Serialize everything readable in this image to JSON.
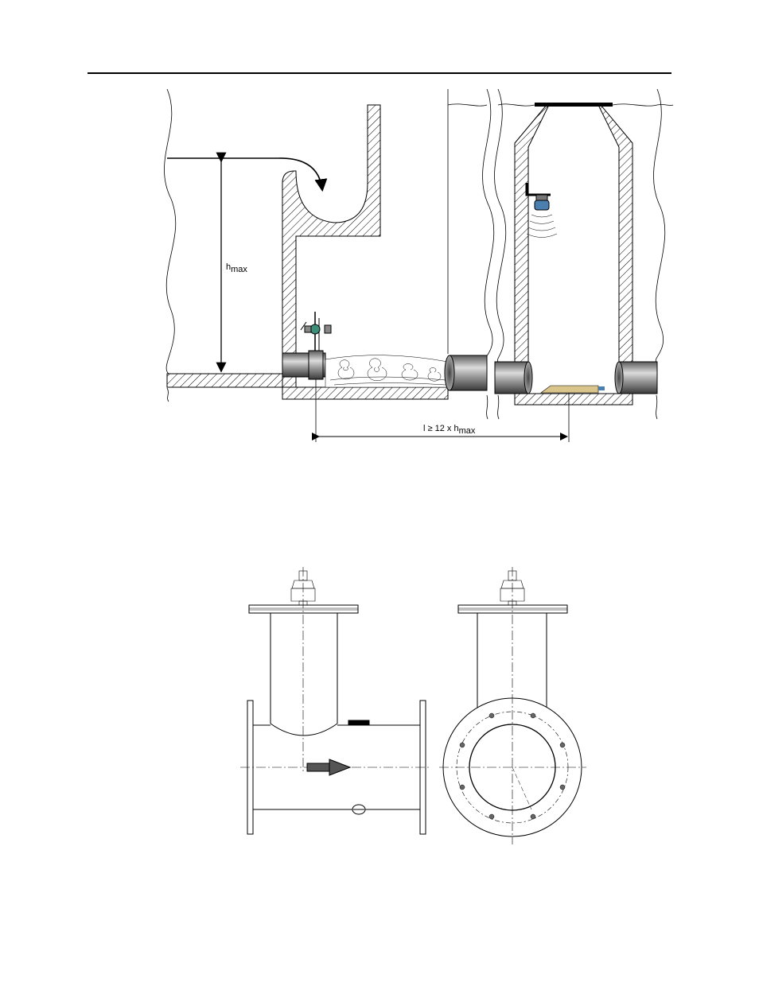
{
  "labels": {
    "h_main": "h",
    "h_sub": "max",
    "l_main": "l ≥ 12 x h",
    "l_sub": "max"
  },
  "colors": {
    "line": "#000000",
    "pipe_dark": "#555555",
    "pipe_light": "#dddddd",
    "sensor_tan": "#d9c48c",
    "sensor_blue": "#4a7fb0",
    "valve_green": "#3d8f7a"
  },
  "icons": {
    "ultrasonic_sensor": "ultrasonic-sensor-icon",
    "submerged_sensor": "submerged-velocity-sensor-icon",
    "valve_probe": "valve-probe-icon",
    "flow_arrow": "flow-arrow-icon"
  }
}
